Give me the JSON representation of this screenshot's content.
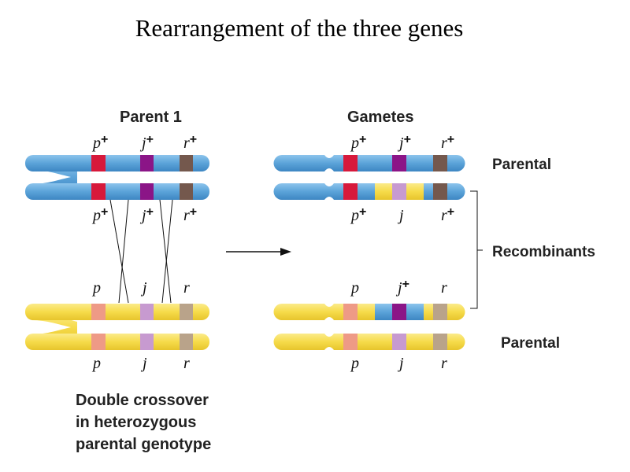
{
  "title": "Rearrangement of the three genes",
  "parent": {
    "header": "Parent 1"
  },
  "gametes": {
    "header": "Gametes"
  },
  "labels": {
    "parental_top": "Parental",
    "recombinants": "Recombinants",
    "parental_bottom": "Parental"
  },
  "caption": {
    "line1": "Double crossover",
    "line2": "in heterozygous",
    "line3": "parental genotype"
  },
  "alleles": {
    "p_plus": "p",
    "j_plus": "j",
    "r_plus": "r",
    "p": "p",
    "j": "j",
    "r": "r",
    "plus": "+"
  },
  "colors": {
    "blue_chromosome": "#5ba3d9",
    "yellow_chromosome": "#f6db4a",
    "p_plus_band": "#d7193b",
    "j_plus_band": "#8b1587",
    "r_plus_band": "#74584d",
    "p_band": "#ee9a86",
    "j_band": "#c79ad0",
    "r_band": "#b9a38a"
  }
}
